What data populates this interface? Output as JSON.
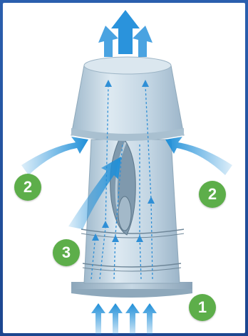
{
  "labels": {
    "badge_1": "1",
    "badge_2_left": "2",
    "badge_2_right": "2",
    "badge_3": "3"
  },
  "colors": {
    "badge": "#5dae4a",
    "arrow": "#1f8fd8",
    "frame": "#1f4f9c",
    "metal": "#c9dbe7"
  }
}
